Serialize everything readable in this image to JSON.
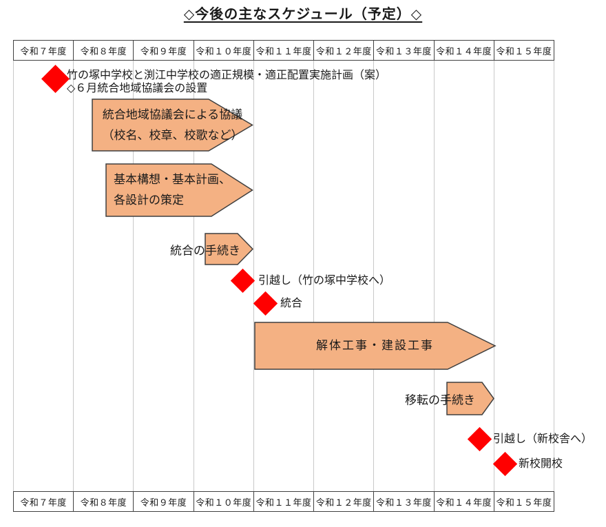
{
  "title": "◇今後の主なスケジュール（予定）◇",
  "years": [
    "令和７年度",
    "令和８年度",
    "令和９年度",
    "令和１０年度",
    "令和１１年度",
    "令和１２年度",
    "令和１３年度",
    "令和１４年度",
    "令和１５年度"
  ],
  "milestones": {
    "plan": {
      "label": "竹の塚中学校と渕江中学校の適正規模・適正配置実施計画（案）",
      "sub_label": "◇６月統合地域協議会の設置"
    },
    "move_takenotsuka": {
      "label": "引越し（竹の塚中学校へ）"
    },
    "integration": {
      "label": "統合"
    },
    "move_new_building": {
      "label": "引越し（新校舎へ）"
    },
    "new_school_opening": {
      "label": "新校開校"
    }
  },
  "arrows": {
    "council": {
      "line1": "統合地域協議会による協議",
      "line2": "（校名、校章、校歌など）"
    },
    "basic_plan": {
      "line1": "基本構想・基本計画、",
      "line2": "各設計の策定"
    },
    "integration_procedure": {
      "label": "統合の手続き"
    },
    "construction": {
      "label": "解体工事・建設工事"
    },
    "relocation_procedure": {
      "label": "移転の手続き"
    }
  },
  "colors": {
    "diamond_red": "#FF0000",
    "arrow_fill": "#F4B183",
    "arrow_outline": "#3F3F3F",
    "grid_line": "#C8C8C8",
    "table_border": "#404040"
  }
}
